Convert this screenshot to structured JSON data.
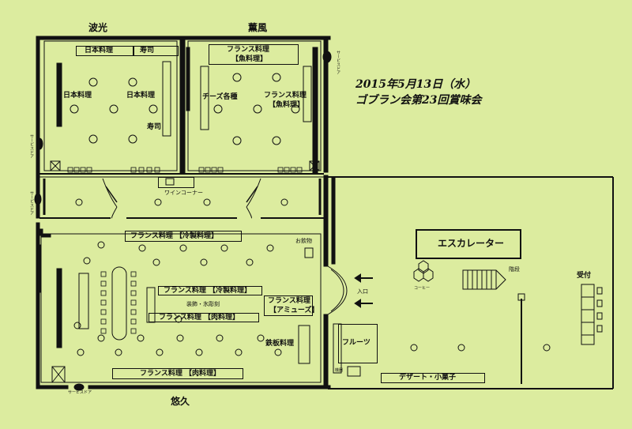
{
  "title": {
    "date": "2015年5月13日（水）",
    "event": "ゴブラン会第23回賞味会"
  },
  "rooms": {
    "top_left": "波光",
    "top_right": "薫風",
    "bottom": "悠久"
  },
  "labels": {
    "nihon_sushi_header": "日本料理",
    "sushi_header": "寿司",
    "nihon_ryori": "日本料理",
    "nihon_ryori_2": "日本料理",
    "sushi": "寿司",
    "french_fish_header_1": "フランス料理",
    "french_fish_header_2": "【魚料理】",
    "cheese": "チーズ各種",
    "french_fish_1": "フランス料理",
    "french_fish_2": "【魚料理】",
    "wine_corner": "ワインコーナー",
    "french_cold": "フランス料理 【冷製料理】",
    "okimono": "お飲物",
    "french_cold_center": "フランス料理 【冷製料理】",
    "ice_sculpture": "装飾・氷彫刻",
    "french_meat_center": "フランス料理 【肉料理】",
    "french_amuse_1": "フランス料理",
    "french_amuse_2": "【アミューズ】",
    "teppan": "鉄板料理",
    "french_meat_bottom": "フランス料理 【肉料理】",
    "entrance": "入口",
    "escalator": "エスカレーター",
    "stairs": "階段",
    "coffee": "コーヒー",
    "reception": "受付",
    "fruits": "フルーツ",
    "dessert": "デザート・小菓子",
    "service_door_1": "サービスドア",
    "service_door_2": "サービスドア",
    "service_door_3": "サービスドア",
    "service_door_4": "サービスドア",
    "kiki": "機器"
  },
  "colors": {
    "background": "#dcec9f",
    "ink": "#111111"
  }
}
